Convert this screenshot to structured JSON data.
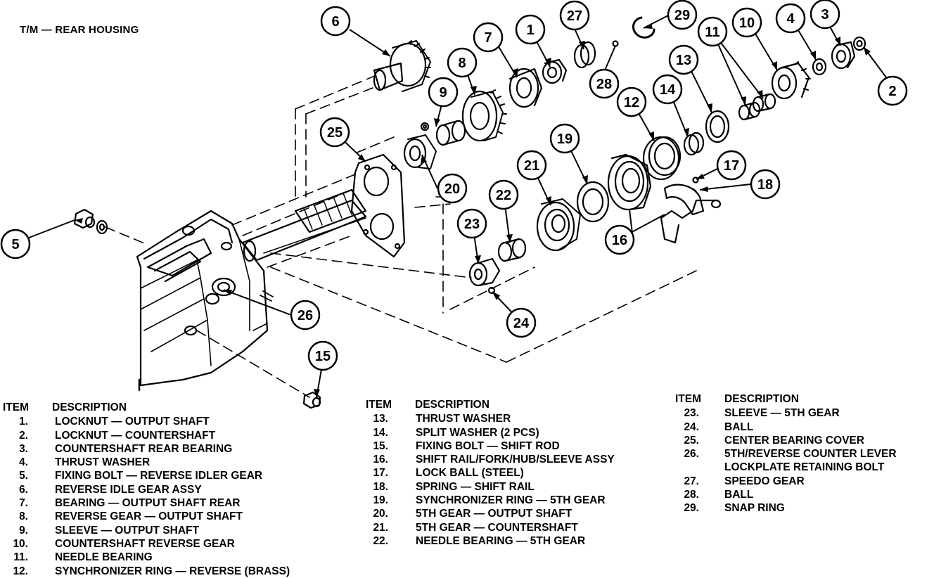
{
  "title": "T/M — REAR HOUSING",
  "callouts": [
    "1",
    "2",
    "3",
    "4",
    "5",
    "6",
    "7",
    "8",
    "9",
    "10",
    "11",
    "12",
    "13",
    "14",
    "15",
    "16",
    "17",
    "18",
    "19",
    "20",
    "21",
    "22",
    "23",
    "24",
    "25",
    "26",
    "27",
    "28",
    "29"
  ],
  "legend_header": {
    "item": "ITEM",
    "description": "DESCRIPTION"
  },
  "legend": [
    {
      "num": "1.",
      "desc": "LOCKNUT — OUTPUT SHAFT"
    },
    {
      "num": "2.",
      "desc": "LOCKNUT — COUNTERSHAFT"
    },
    {
      "num": "3.",
      "desc": "COUNTERSHAFT REAR BEARING"
    },
    {
      "num": "4.",
      "desc": "THRUST WASHER"
    },
    {
      "num": "5.",
      "desc": "FIXING BOLT — REVERSE IDLER GEAR"
    },
    {
      "num": "6.",
      "desc": "REVERSE IDLE GEAR ASSY"
    },
    {
      "num": "7.",
      "desc": "BEARING — OUTPUT SHAFT REAR"
    },
    {
      "num": "8.",
      "desc": "REVERSE GEAR — OUTPUT SHAFT"
    },
    {
      "num": "9.",
      "desc": "SLEEVE — OUTPUT SHAFT"
    },
    {
      "num": "10.",
      "desc": "COUNTERSHAFT REVERSE GEAR"
    },
    {
      "num": "11.",
      "desc": "NEEDLE BEARING"
    },
    {
      "num": "12.",
      "desc": "SYNCHRONIZER RING — REVERSE (BRASS)"
    },
    {
      "num": "13.",
      "desc": "THRUST WASHER"
    },
    {
      "num": "14.",
      "desc": "SPLIT WASHER (2 PCS)"
    },
    {
      "num": "15.",
      "desc": "FIXING BOLT — SHIFT ROD"
    },
    {
      "num": "16.",
      "desc": "SHIFT RAIL/FORK/HUB/SLEEVE ASSY"
    },
    {
      "num": "17.",
      "desc": "LOCK BALL (STEEL)"
    },
    {
      "num": "18.",
      "desc": "SPRING — SHIFT RAIL"
    },
    {
      "num": "19.",
      "desc": "SYNCHRONIZER RING — 5TH GEAR"
    },
    {
      "num": "20.",
      "desc": "5TH GEAR — OUTPUT SHAFT"
    },
    {
      "num": "21.",
      "desc": "5TH GEAR — COUNTERSHAFT"
    },
    {
      "num": "22.",
      "desc": "NEEDLE BEARING — 5TH GEAR"
    },
    {
      "num": "23.",
      "desc": "SLEEVE — 5TH GEAR"
    },
    {
      "num": "24.",
      "desc": "BALL"
    },
    {
      "num": "25.",
      "desc": "CENTER BEARING COVER"
    },
    {
      "num": "26.",
      "desc": "5TH/REVERSE COUNTER LEVER",
      "desc2": "LOCKPLATE  RETAINING BOLT"
    },
    {
      "num": "27.",
      "desc": "SPEEDO GEAR"
    },
    {
      "num": "28.",
      "desc": "BALL"
    },
    {
      "num": "29.",
      "desc": "SNAP RING"
    }
  ]
}
